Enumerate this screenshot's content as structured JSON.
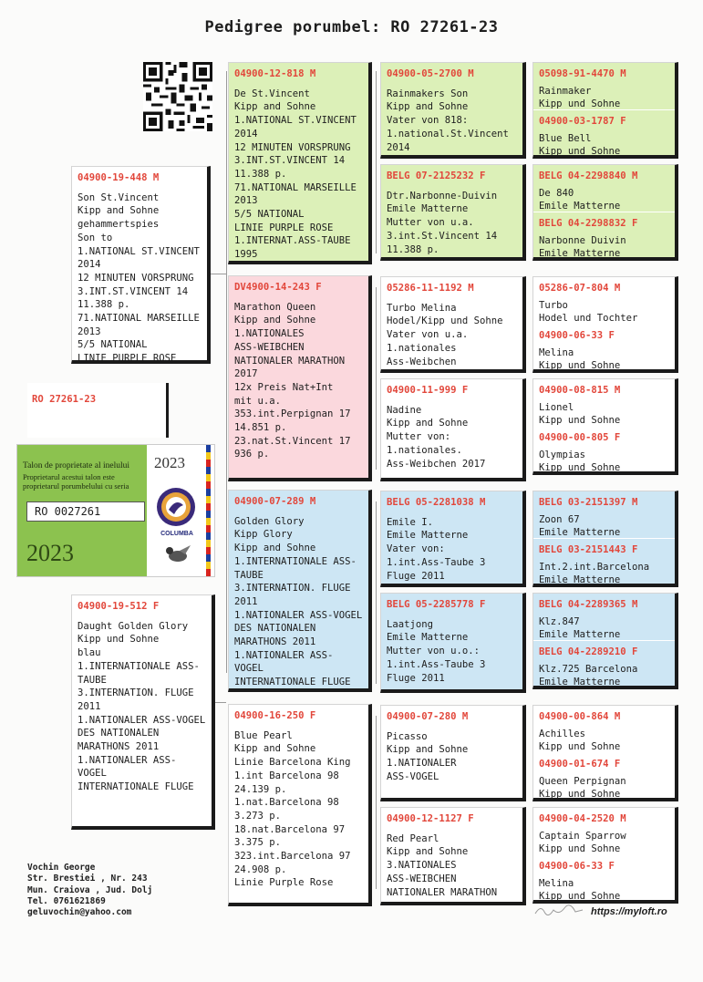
{
  "title": "Pedigree porumbel: RO 27261-23",
  "subject": {
    "ring": "RO 27261-23"
  },
  "talon": {
    "line1": "Talon de proprietate al inelului",
    "line2": "Proprietarul acestui talon este",
    "line3": "proprietarul porumbelului cu seria",
    "ring_value": "RO 0027261",
    "year_big": "2023",
    "year_small": "2023",
    "brand": "COLUMBA"
  },
  "owner": {
    "name": "Vochin George",
    "street": "Str. Brestiei , Nr. 243",
    "city": "Mun. Craiova , Jud. Dolj",
    "phone": "Tel. 0761621869",
    "email": "geluvochin@yahoo.com"
  },
  "website": "https://myloft.ro",
  "colors": {
    "header_red": "#e2473b",
    "green": "#dcf0b8",
    "pink": "#fbd8dd",
    "blue": "#cde6f4"
  },
  "father": {
    "ring": "04900-19-448 M",
    "lines": [
      "Son St.Vincent",
      "Kipp and Sohne",
      "gehammertspies",
      "Son to",
      "1.NATIONAL ST.VINCENT",
      "2014",
      "12 MINUTEN VORSPRUNG",
      "3.INT.ST.VINCENT 14",
      "11.388 p.",
      "71.NATIONAL MARSEILLE",
      "2013",
      "5/5 NATIONAL",
      "LINIE PURPLE ROSE"
    ]
  },
  "mother": {
    "ring": "04900-19-512 F",
    "lines": [
      "Daught Golden Glory",
      "Kipp und Sohne",
      "blau",
      "1.INTERNATIONALE ASS-",
      "TAUBE",
      "3.INTERNATION. FLUGE",
      "2011",
      "1.NATIONALER ASS-VOGEL",
      "DES NATIONALEN",
      "MARATHONS 2011",
      "1.NATIONALER ASS-",
      "VOGEL",
      "INTERNATIONALE FLUGE"
    ]
  },
  "ff": {
    "ring": "04900-12-818 M",
    "lines": [
      "De St.Vincent",
      "Kipp and Sohne",
      "1.NATIONAL ST.VINCENT",
      "2014",
      "12 MINUTEN VORSPRUNG",
      "3.INT.ST.VINCENT 14",
      "11.388 p.",
      "71.NATIONAL MARSEILLE",
      "2013",
      "5/5 NATIONAL",
      "LINIE PURPLE ROSE",
      "1.INTERNAT.ASS-TAUBE",
      "1995"
    ]
  },
  "fm": {
    "ring": "DV4900-14-243 F",
    "lines": [
      "Marathon Queen",
      "Kipp and Sohne",
      "1.NATIONALES",
      "ASS-WEIBCHEN",
      "NATIONALER MARATHON",
      "2017",
      "12x Preis Nat+Int",
      "mit u.a.",
      "353.int.Perpignan 17",
      "14.851 p.",
      "23.nat.St.Vincent 17",
      "936 p."
    ]
  },
  "mf": {
    "ring": "04900-07-289 M",
    "lines": [
      "Golden Glory",
      "Kipp Glory",
      "Kipp and Sohne",
      "1.INTERNATIONALE ASS-",
      "TAUBE",
      "3.INTERNATION. FLUGE",
      "2011",
      "1.NATIONALER ASS-VOGEL",
      "DES NATIONALEN",
      "MARATHONS 2011",
      "1.NATIONALER ASS-",
      "VOGEL",
      "INTERNATIONALE FLUGE"
    ]
  },
  "mm": {
    "ring": "04900-16-250 F",
    "lines": [
      "Blue Pearl",
      "Kipp and Sohne",
      "Linie Barcelona King",
      "1.int Barcelona 98",
      "24.139 p.",
      "1.nat.Barcelona 98",
      "3.273 p.",
      "18.nat.Barcelona 97",
      "3.375 p.",
      "323.int.Barcelona 97",
      "24.908 p.",
      "Linie Purple Rose"
    ]
  },
  "fff": {
    "ring": "04900-05-2700 M",
    "lines": [
      "Rainmakers Son",
      "Kipp and Sohne",
      "Vater von 818:",
      "1.national.St.Vincent",
      "2014"
    ]
  },
  "ffm": {
    "ring": "BELG 07-2125232 F",
    "lines": [
      "Dtr.Narbonne-Duivin",
      "Emile Matterne",
      "Mutter von u.a.",
      "3.int.St.Vincent 14",
      "11.388 p."
    ]
  },
  "fmf": {
    "ring": "05286-11-1192 M",
    "lines": [
      "Turbo Melina",
      "Hodel/Kipp und Sohne",
      "Vater von u.a.",
      "1.nationales",
      "Ass-Weibchen"
    ]
  },
  "fmm": {
    "ring": "04900-11-999 F",
    "lines": [
      "Nadine",
      "Kipp and Sohne",
      "Mutter von:",
      "1.nationales.",
      "Ass-Weibchen 2017"
    ]
  },
  "mff": {
    "ring": "BELG 05-2281038 M",
    "lines": [
      "Emile I.",
      "Emile Matterne",
      "Vater von:",
      "1.int.Ass-Taube 3",
      "Fluge 2011"
    ]
  },
  "mfm": {
    "ring": "BELG 05-2285778 F",
    "lines": [
      "Laatjong",
      "Emile Matterne",
      "Mutter von u.o.:",
      "1.int.Ass-Taube 3",
      "Fluge 2011"
    ]
  },
  "mmf": {
    "ring": "04900-07-280 M",
    "lines": [
      "Picasso",
      "Kipp and Sohne",
      "1.NATIONALER",
      "ASS-VOGEL"
    ]
  },
  "mmm": {
    "ring": "04900-12-1127 F",
    "lines": [
      "Red Pearl",
      "Kipp and Sohne",
      "3.NATIONALES",
      "ASS-WEIBCHEN",
      "NATIONALER MARATHON"
    ]
  },
  "g4": [
    {
      "ring": "05098-91-4470 M",
      "lines": [
        "Rainmaker",
        "Kipp und Sohne"
      ]
    },
    {
      "ring": "04900-03-1787 F",
      "lines": [
        "Blue Bell",
        "Kipp und Sohne"
      ]
    },
    {
      "ring": "BELG 04-2298840 M",
      "lines": [
        "De 840",
        "Emile Matterne"
      ]
    },
    {
      "ring": "BELG 04-2298832 F",
      "lines": [
        "Narbonne Duivin",
        "Emile Matterne"
      ]
    },
    {
      "ring": "05286-07-804 M",
      "lines": [
        "Turbo",
        "Hodel und Tochter"
      ]
    },
    {
      "ring": "04900-06-33 F",
      "lines": [
        "Melina",
        "Kipp und Sohne"
      ]
    },
    {
      "ring": "04900-08-815 M",
      "lines": [
        "Lionel",
        "Kipp und Sohne"
      ]
    },
    {
      "ring": "04900-00-805 F",
      "lines": [
        "Olympias",
        "Kipp und Sohne"
      ]
    },
    {
      "ring": "BELG 03-2151397 M",
      "lines": [
        "Zoon 67",
        "Emile Matterne"
      ]
    },
    {
      "ring": "BELG 03-2151443 F",
      "lines": [
        "Int.2.int.Barcelona",
        "Emile Matterne"
      ]
    },
    {
      "ring": "BELG 04-2289365 M",
      "lines": [
        "Klz.847",
        "Emile Matterne"
      ]
    },
    {
      "ring": "BELG 04-2289210 F",
      "lines": [
        "Klz.725 Barcelona",
        "Emile Matterne"
      ]
    },
    {
      "ring": "04900-00-864 M",
      "lines": [
        "Achilles",
        "Kipp und Sohne"
      ]
    },
    {
      "ring": "04900-01-674 F",
      "lines": [
        "Queen Perpignan",
        "Kipp und Sohne"
      ]
    },
    {
      "ring": "04900-04-2520 M",
      "lines": [
        "Captain Sparrow",
        "Kipp und Sohne"
      ]
    },
    {
      "ring": "04900-06-33 F",
      "lines": [
        "Melina",
        "Kipp und Sohne"
      ]
    }
  ]
}
